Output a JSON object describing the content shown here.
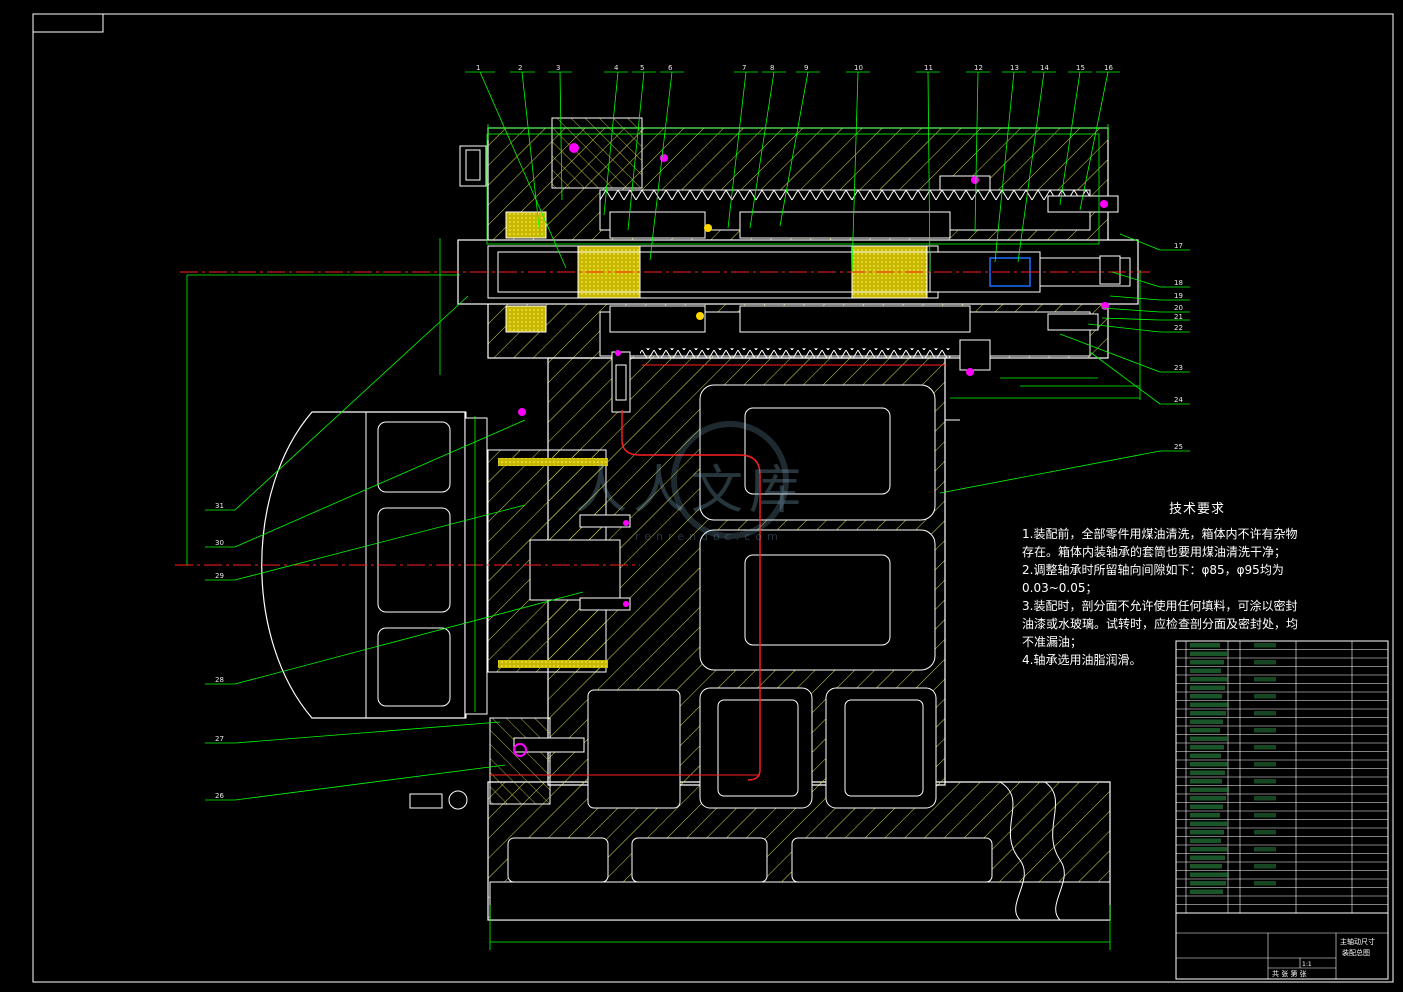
{
  "tech_requirements": {
    "title": "技术要求",
    "lines": [
      "1.装配前，全部零件用煤油清洗，箱体内不许有杂物",
      "存在。箱体内装轴承的套筒也要用煤油清洗干净；",
      "2.调整轴承时所留轴向间隙如下：φ85，φ95均为",
      "0.03~0.05；",
      "3.装配时，剖分面不允许使用任何填料，可涂以密封",
      "油漆或水玻璃。试转时，应检查剖分面及密封处，均",
      "不准漏油；",
      "4.轴承选用油脂润滑。"
    ]
  },
  "balloons_top": [
    "1",
    "2",
    "3",
    "4",
    "5",
    "6",
    "7",
    "8",
    "9",
    "10",
    "11",
    "12",
    "13",
    "14",
    "15",
    "16"
  ],
  "balloons_right": [
    "17",
    "18",
    "19",
    "20",
    "21",
    "22",
    "23",
    "24",
    "25"
  ],
  "balloons_left": [
    "31",
    "30",
    "29",
    "28",
    "27",
    "26"
  ],
  "watermark": {
    "text": "人人文库",
    "sub": "renrendoc.com"
  },
  "title_block": {
    "drawing_title_1": "主轴动尺寸",
    "drawing_title_2": "装配总图",
    "scale": "1:1",
    "sheets": "共 张  第 张"
  },
  "colors": {
    "background": "#000000",
    "outline": "#ffffff",
    "dimension": "#00ff00",
    "centerline": "#ff2020",
    "hatch": "#e8e850",
    "bolt": "#ff00ff",
    "bearing": "#ffd800"
  }
}
